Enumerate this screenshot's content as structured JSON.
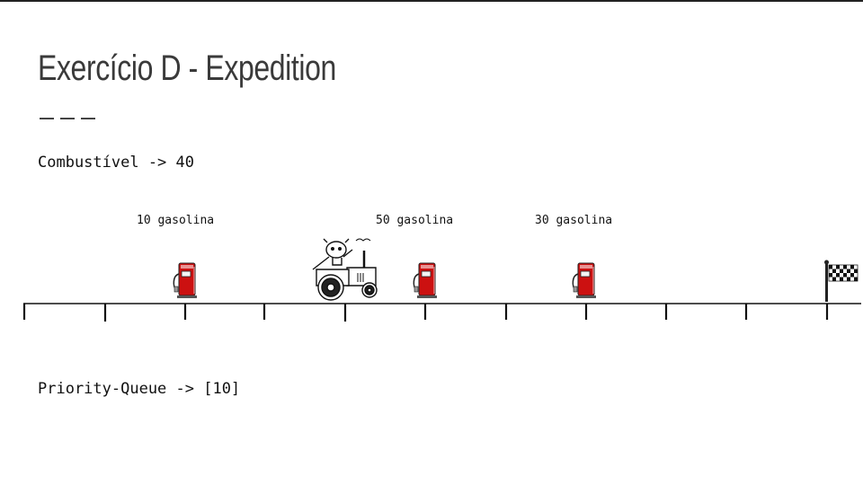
{
  "slide": {
    "title": "Exercício D - Expedition",
    "fuel_text": "Combustível -> 40",
    "queue_text": "Priority-Queue -> [10]"
  },
  "stations": [
    {
      "label": "10 gasolina"
    },
    {
      "label": "50 gasolina"
    },
    {
      "label": "30 gasolina"
    }
  ],
  "icons": {
    "pump": "gas-pump-icon",
    "tractor": "tractor-icon",
    "flag": "checkered-flag-icon"
  },
  "colors": {
    "pump_red": "#cc1111",
    "ink": "#111111",
    "title": "#3a3a3a"
  }
}
